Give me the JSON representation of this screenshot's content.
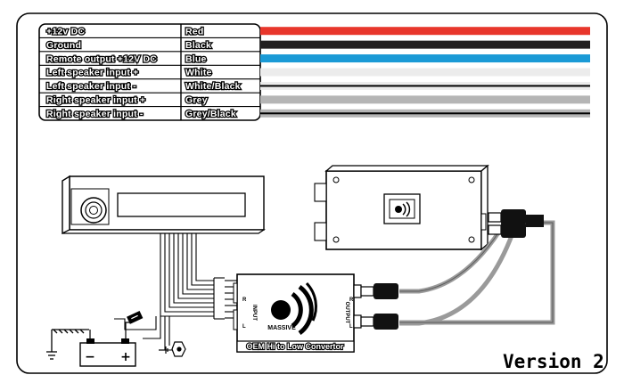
{
  "legend": {
    "rows": [
      {
        "label": "+12v DC",
        "color_name": "Red",
        "wire": "#e8362b",
        "stripe": ""
      },
      {
        "label": "Ground",
        "color_name": "Black",
        "wire": "#231f20",
        "stripe": ""
      },
      {
        "label": "Remote output +12V DC",
        "color_name": "Blue",
        "wire": "#1a9ad6",
        "stripe": ""
      },
      {
        "label": "Left speaker input +",
        "color_name": "White",
        "wire": "#ececec",
        "stripe": ""
      },
      {
        "label": "Left speaker input -",
        "color_name": "White/Black",
        "wire": "#ececec",
        "stripe": "#000000"
      },
      {
        "label": "Right speaker input +",
        "color_name": "Grey",
        "wire": "#b5b5b5",
        "stripe": ""
      },
      {
        "label": "Right speaker input -",
        "color_name": "Grey/Black",
        "wire": "#b5b5b5",
        "stripe": "#000000"
      }
    ]
  },
  "converter": {
    "input_label": "INPUT",
    "input_r": "R",
    "input_l": "L",
    "output_label": "OUTPUT",
    "output_r": "R",
    "output_l": "L",
    "brand": "MASSIVE",
    "product_name": "OEM Hi to Low Convertor"
  },
  "battery": {
    "minus": "−",
    "plus": "+"
  },
  "version_label": "Version 2",
  "colors": {
    "border": "#000000",
    "device_fill": "#ffffff",
    "rca_plug": "#111111",
    "cable": "#9a9a9a"
  }
}
